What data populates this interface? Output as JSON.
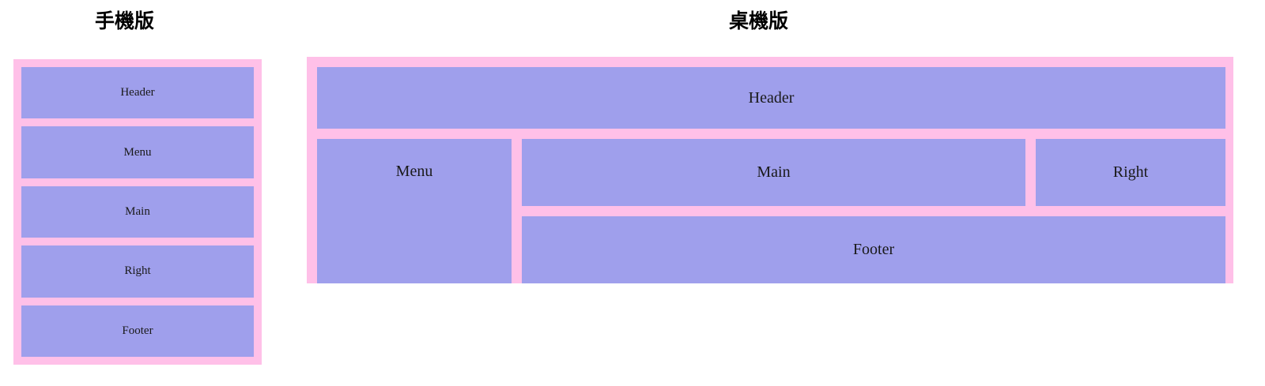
{
  "page": {
    "background_color": "#ffffff",
    "frame_color": "#ffc0e8",
    "cell_color": "#9f9fec",
    "text_color": "#1a1a1a"
  },
  "mobile": {
    "title": "手機版",
    "cells": [
      {
        "label": "Header"
      },
      {
        "label": "Menu"
      },
      {
        "label": "Main"
      },
      {
        "label": "Right"
      },
      {
        "label": "Footer"
      }
    ]
  },
  "desktop": {
    "title": "桌機版",
    "cells": {
      "header": "Header",
      "menu": "Menu",
      "main": "Main",
      "right": "Right",
      "footer": "Footer"
    }
  }
}
